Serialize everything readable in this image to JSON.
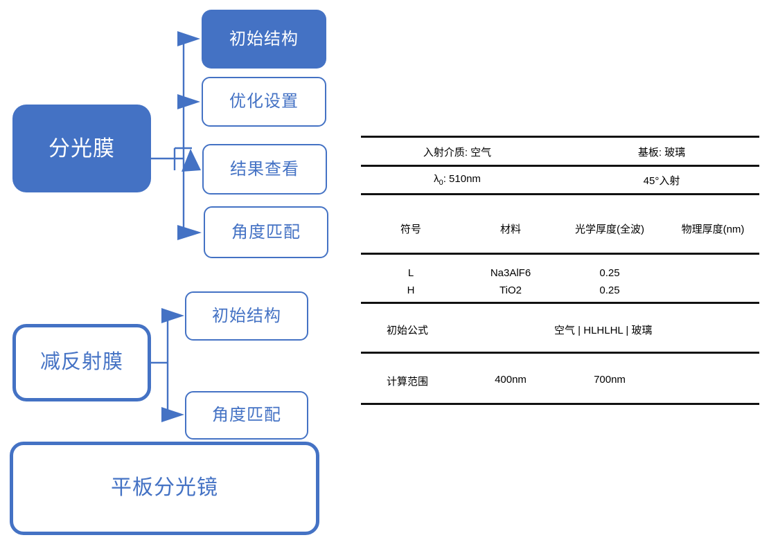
{
  "diagram": {
    "groups": [
      {
        "root": {
          "label": "分光膜",
          "style": "filled"
        },
        "children": [
          {
            "label": "初始结构",
            "style": "filled"
          },
          {
            "label": "优化设置",
            "style": "outline"
          },
          {
            "label": "结果查看",
            "style": "outline"
          },
          {
            "label": "角度匹配",
            "style": "outline"
          }
        ]
      },
      {
        "root": {
          "label": "减反射膜",
          "style": "outline-thick"
        },
        "children": [
          {
            "label": "初始结构",
            "style": "outline"
          },
          {
            "label": "角度匹配",
            "style": "outline"
          }
        ]
      }
    ],
    "footer_node": {
      "label": "平板分光镜",
      "style": "outline-thick"
    },
    "colors": {
      "accent": "#4472C4",
      "fill_text": "#FFFFFF",
      "outline_text": "#4472C4",
      "background": "#FFFFFF"
    }
  },
  "table": {
    "incident_medium": "入射介质: 空气",
    "substrate": "基板: 玻璃",
    "lambda_label": "λ",
    "lambda_sub": "0",
    "lambda_value": ": 510nm",
    "incidence_angle": "45°入射",
    "columns": [
      "符号",
      "材料",
      "光学厚度(全波)",
      "物理厚度(nm)"
    ],
    "layers": [
      {
        "symbol": "L",
        "material": "Na3AlF6",
        "optical_thickness": "0.25",
        "physical_thickness": ""
      },
      {
        "symbol": "H",
        "material": "TiO2",
        "optical_thickness": "0.25",
        "physical_thickness": ""
      }
    ],
    "formula_label": "初始公式",
    "formula_value": "空气 | HLHLHL |  玻璃",
    "range_label": "计算范围",
    "range_start": "400nm",
    "range_end": "700nm",
    "rule_color": "#111111"
  }
}
